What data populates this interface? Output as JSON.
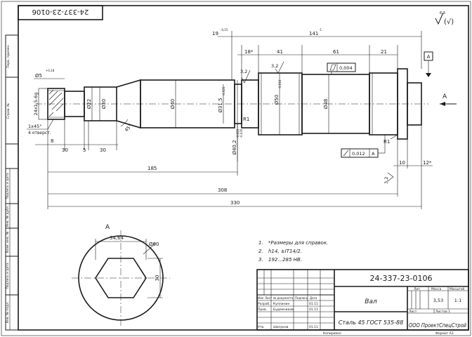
{
  "drawing_number": "24-337-23-0106",
  "drawing_number_mirrored": "24-337-23-0106",
  "roughness": "6,3",
  "roughness_suffix": "(√)",
  "part_name": "Вал",
  "material": "Сталь 45 ГОСТ 535-88",
  "organization": "ООО ПроектСпецСтрой",
  "mass": "3,53",
  "scale": "1:1",
  "sheet_label": "Лист",
  "sheets_label": "Листов 1",
  "lit_label": "Лит.",
  "mass_label": "Масса",
  "scale_label": "Масштаб",
  "title_block_headers": [
    "Изм",
    "Лист",
    "№ документа",
    "Подпись",
    "Дата"
  ],
  "title_block_rows": [
    {
      "role": "Разраб.",
      "name": "Куплинин",
      "date": "01.11"
    },
    {
      "role": "Пров.",
      "name": "Будемчиков",
      "date": "01.11"
    },
    {
      "role": "Утв.",
      "name": "Шилуков",
      "date": "01.11"
    }
  ],
  "footer": {
    "copied": "Копировал",
    "format": "Формат А3"
  },
  "left_strip": [
    "Перв. примен.",
    "Справ. №",
    "Подпись и дата",
    "Инв. № дубл.",
    "Взам. инв. №",
    "Подпись и дата",
    "Инв. № подл."
  ],
  "notes": [
    {
      "num": "1.",
      "text": "*Размеры для справок."
    },
    {
      "num": "2.",
      "text": "h14, ±IT14/2."
    },
    {
      "num": "3.",
      "text": "192...285 НВ."
    }
  ],
  "dimensions": {
    "d1": "19",
    "d1_tol": "-0,15",
    "d2": "141",
    "d2_tol": "-1",
    "d3": "18*",
    "d4": "41",
    "d5": "61",
    "d6": "21",
    "d_chamfer_left": "Ø5",
    "d_chamfer_left_tol": "+0,18",
    "thread": "24х1,5-6g",
    "chamfer": "1х45°",
    "chamfer2": "4 отверст.",
    "d22": "Ø22",
    "d30": "Ø30",
    "d40": "Ø40",
    "d315": "Ø31,5",
    "d315_tol": "-0,025",
    "d402": "Ø40,2",
    "d402_tol_a": "-0,025",
    "d402_tol_b": "-0,035",
    "d50": "Ø50",
    "d50_tol": "-0,016",
    "d48": "Ø48",
    "r1a": "R1",
    "r1b": "R1",
    "rough32a": "3,2",
    "rough32b": "3,2",
    "rough32c": "3,2",
    "angle": "45°",
    "cyl_tol": "0,004",
    "runout_tol": "0,012",
    "datum": "A",
    "view_arrow": "A",
    "l8": "8",
    "l30a": "30",
    "l5": "5",
    "l30b": "30",
    "l185": "185",
    "l308": "308",
    "l330": "330",
    "l10": "10",
    "l12": "12*"
  },
  "section": {
    "label": "A",
    "width": "34,64",
    "diameter": "Ø60",
    "height": "30"
  }
}
